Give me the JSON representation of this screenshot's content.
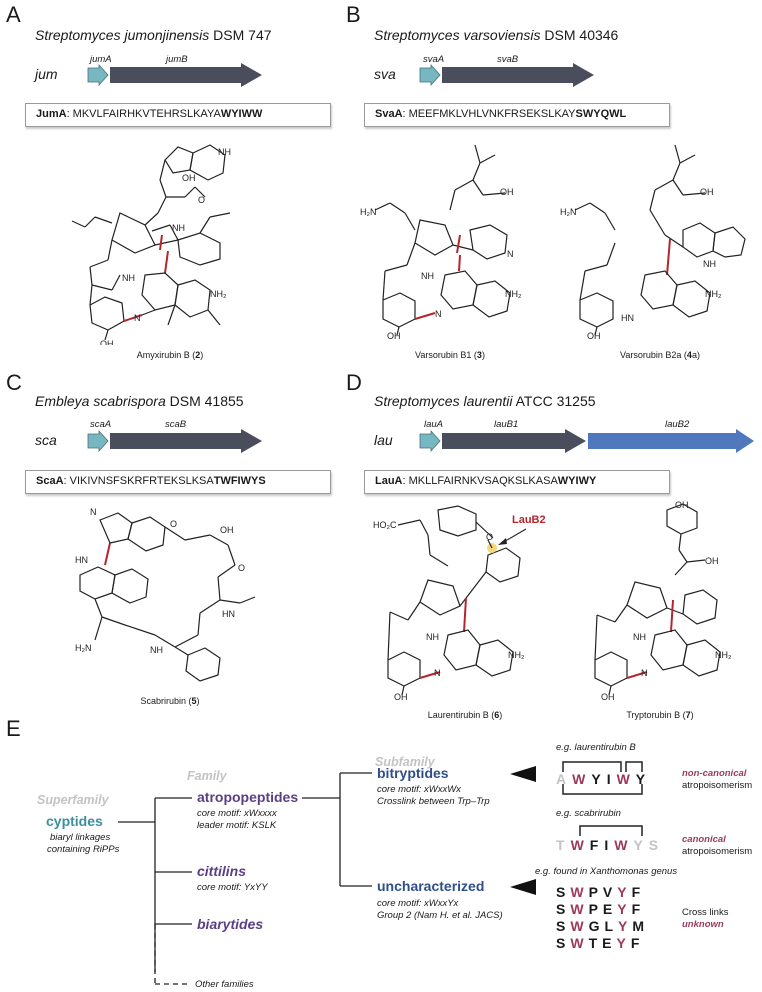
{
  "colors": {
    "gene_a": "#77b7c2",
    "gene_b": "#4a4d5c",
    "gene_b2": "#4f78bd",
    "crimson": "#9c3a5e",
    "cyptides": "#3d8fa0",
    "family": "#5b3f86",
    "subfamily": "#2f4f8a",
    "grey_label": "#c3c3c3"
  },
  "panels": {
    "A": {
      "letter": "A",
      "organism_italic": "Streptomyces jumonjinensis",
      "organism_strain": " DSM 747",
      "cluster": "jum",
      "genes": [
        "jumA",
        "jumB"
      ],
      "seq_name": "JumA",
      "seq_main": ": MKVLFAIRHKVTEHRSLKAYA",
      "seq_core": "WYIWW",
      "compounds": [
        {
          "name": "Amyxirubin B (",
          "num": "2",
          "close": ")"
        }
      ]
    },
    "B": {
      "letter": "B",
      "organism_italic": "Streptomyces varsoviensis",
      "organism_strain": " DSM 40346",
      "cluster": "sva",
      "genes": [
        "svaA",
        "svaB"
      ],
      "seq_name": "SvaA",
      "seq_main": ": MEEFMKLVHLVNKFRSEKSLKAY",
      "seq_core": "SWYQWL",
      "compounds": [
        {
          "name": "Varsorubin B1 (",
          "num": "3",
          "close": ")"
        },
        {
          "name": "Varsorubin B2a (",
          "num": "4",
          "suffix": "a",
          "close": ")"
        }
      ]
    },
    "C": {
      "letter": "C",
      "organism_italic": "Embleya scabrispora",
      "organism_strain": " DSM 41855",
      "cluster": "sca",
      "genes": [
        "scaA",
        "scaB"
      ],
      "seq_name": "ScaA",
      "seq_main": ": VIKIVNSFSKRFRTEKSLKSA",
      "seq_core": "TWFIWYS",
      "compounds": [
        {
          "name": "Scabrirubin (",
          "num": "5",
          "close": ")"
        }
      ]
    },
    "D": {
      "letter": "D",
      "organism_italic": "Streptomyces laurentii",
      "organism_strain": " ATCC 31255",
      "cluster": "lau",
      "genes": [
        "lauA",
        "lauB1",
        "lauB2"
      ],
      "seq_name": "LauA",
      "seq_main": ": MKLLFAIRNKVSAQKSLKASA",
      "seq_core": "WYIWY",
      "enzyme_label": "LauB2",
      "compounds": [
        {
          "name": "Laurentirubin B (",
          "num": "6",
          "close": ")"
        },
        {
          "name": "Tryptorubin B (",
          "num": "7",
          "close": ")"
        }
      ]
    }
  },
  "panel_E": {
    "letter": "E",
    "levels": {
      "superfamily": "Superfamily",
      "family": "Family",
      "subfamily": "Subfamily"
    },
    "cyptides": {
      "name": "cyptides",
      "desc1": "biaryl linkages",
      "desc2": "containing RiPPs"
    },
    "atropopeptides": {
      "name": "atropopeptides",
      "l1": "core motif: xWxxxx",
      "l2": "leader motif: KSLK"
    },
    "cittilins": {
      "name": "cittilins",
      "l1": "core motif: YxYY"
    },
    "biarytides": {
      "name": "biarytides"
    },
    "other": "Other families",
    "bitryptides": {
      "name": "bitryptides",
      "l1": "core motif: xWxxWx",
      "l2": "Crosslink between Trp–Trp"
    },
    "uncharacterized": {
      "name": "uncharacterized",
      "l1": "core motif: xWxxYx",
      "l2": "Group 2 (Nam H. et al. JACS)"
    },
    "eg1": "e.g. laurentirubin B",
    "eg2": "e.g. scabrirubin",
    "eg3": "e.g. found in Xanthomonas genus",
    "motif1": [
      "A",
      "W",
      "Y",
      "I",
      "W",
      "Y"
    ],
    "motif2": [
      "T",
      "W",
      "F",
      "I",
      "W",
      "Y",
      "S"
    ],
    "motif3": [
      [
        "S",
        "W",
        "P",
        "V",
        "Y",
        "F"
      ],
      [
        "S",
        "W",
        "P",
        "E",
        "Y",
        "F"
      ],
      [
        "S",
        "W",
        "G",
        "L",
        "Y",
        "M"
      ],
      [
        "S",
        "W",
        "T",
        "E",
        "Y",
        "F"
      ]
    ],
    "iso1a": "non-canonical",
    "iso1b": "atropoisomerism",
    "iso2a": "canonical",
    "iso2b": "atropoisomerism",
    "cross1": "Cross links",
    "cross2": "unknown"
  }
}
